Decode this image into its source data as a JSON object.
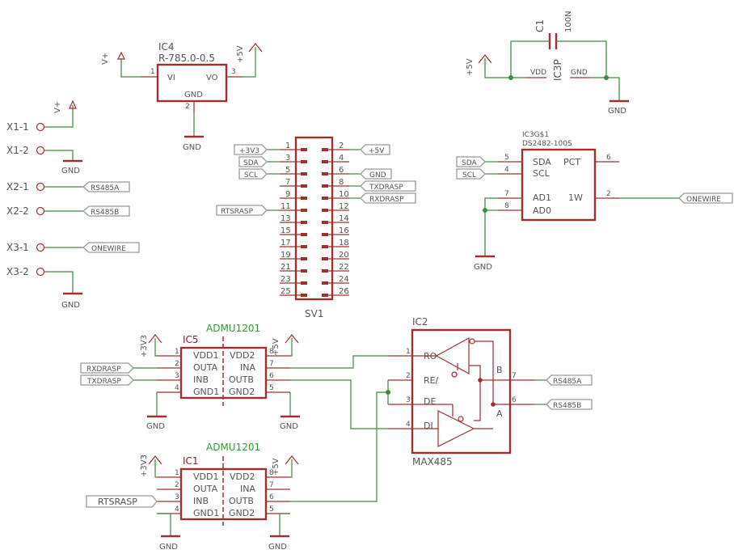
{
  "connectors": [
    {
      "name": "X1-1"
    },
    {
      "name": "X1-2"
    },
    {
      "name": "X2-1"
    },
    {
      "name": "X2-2"
    },
    {
      "name": "X3-1"
    },
    {
      "name": "X3-2"
    }
  ],
  "net_labels": {
    "rs485a": "RS485A",
    "rs485b": "RS485B",
    "onewire": "ONEWIRE",
    "v33": "+3V3",
    "sda": "SDA",
    "scl": "SCL",
    "rtsrasp": "RTSRASP",
    "v5": "+5V",
    "gnd": "GND",
    "txdrasp": "TXDRASP",
    "rxdrasp": "RXDRASP"
  },
  "supplies": {
    "vplus": "V+",
    "v5": "+5V",
    "v33": "+3V3",
    "gnd": "GND"
  },
  "ic4": {
    "name": "IC4",
    "value": "R-785.0-0.5",
    "pin_vi": "VI",
    "pin_vo": "VO",
    "pin_gnd": "GND",
    "pn1": "1",
    "pn2": "2",
    "pn3": "3"
  },
  "c1": {
    "name": "C1",
    "value": "100N",
    "ic3p": "IC3P",
    "vdd": "VDD",
    "gnd": "GND"
  },
  "sv1": {
    "name": "SV1",
    "left_pins": [
      "1",
      "3",
      "5",
      "7",
      "9",
      "11",
      "13",
      "15",
      "17",
      "19",
      "21",
      "23",
      "25"
    ],
    "right_pins": [
      "2",
      "4",
      "6",
      "8",
      "10",
      "12",
      "14",
      "16",
      "18",
      "20",
      "22",
      "24",
      "26"
    ]
  },
  "ic3": {
    "name": "IC3G$1",
    "value": "DS2482-100S",
    "sda": "SDA",
    "scl": "SCL",
    "pct": "PCT",
    "ad1": "AD1",
    "ad0": "AD0",
    "w1": "1W",
    "p5": "5",
    "p4": "4",
    "p6": "6",
    "p7": "7",
    "p8": "8",
    "p2": "2"
  },
  "ic2": {
    "name": "IC2",
    "value": "MAX485",
    "ro": "RO",
    "re": "RE/",
    "de": "DE",
    "di": "DI",
    "a": "A",
    "b": "B",
    "p1": "1",
    "p2": "2",
    "p3": "3",
    "p4": "4",
    "p6": "6",
    "p7": "7"
  },
  "admu": {
    "value": "ADMU1201",
    "left": [
      "VDD1",
      "OUTA",
      "INB",
      "GND1"
    ],
    "right": [
      "VDD2",
      "INA",
      "OUTB",
      "GND2"
    ],
    "lnum": [
      "1",
      "2",
      "3",
      "4"
    ],
    "rnum": [
      "8",
      "7",
      "6",
      "5"
    ]
  },
  "ic5": {
    "name": "IC5"
  },
  "ic1": {
    "name": "IC1"
  }
}
